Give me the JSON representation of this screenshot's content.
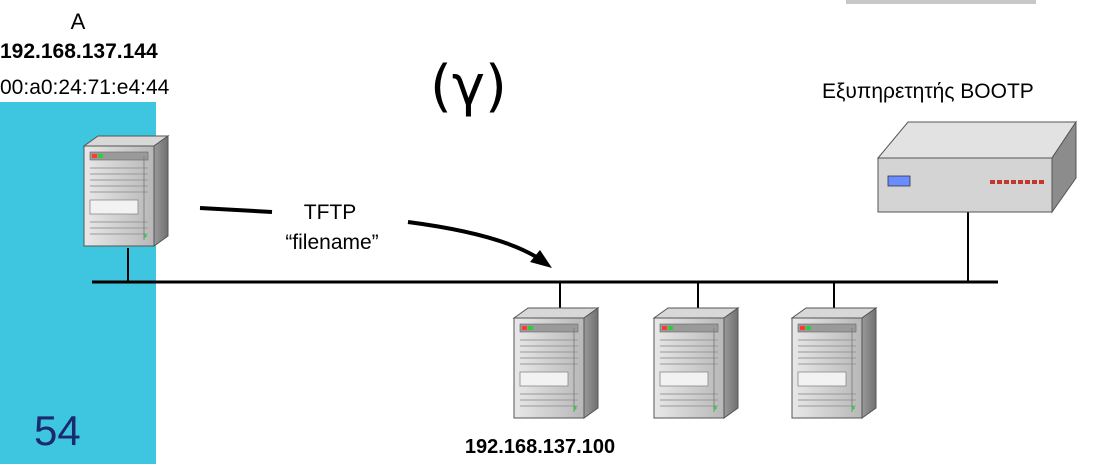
{
  "slide": {
    "number": "54",
    "step_label": "(γ)"
  },
  "host_a": {
    "label": "A",
    "ip": "192.168.137.144",
    "mac": "00:a0:24:71:e4:44"
  },
  "bootp_server": {
    "label": "Εξυπηρετητής BOOTP"
  },
  "transfer": {
    "protocol": "TFTP",
    "filename": "“filename”"
  },
  "client": {
    "ip": "192.168.137.100"
  },
  "colors": {
    "sidebar": "#3ec6e0",
    "slide_number": "#1a2a6c",
    "network_line": "#000000"
  }
}
